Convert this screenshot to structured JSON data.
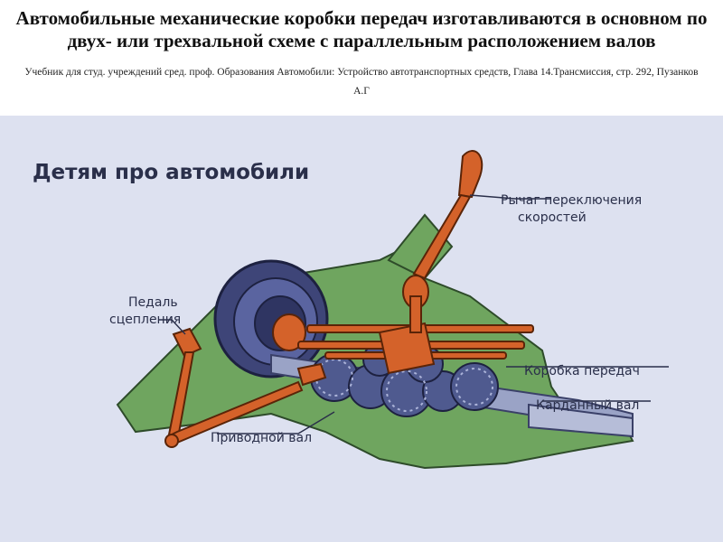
{
  "header": {
    "title": "Автомобильные механические коробки передач изготавливаются в основном по двух- или трехвальной схеме с параллельным расположением валов",
    "citation": "Учебник для студ. учреждений сред. проф. Образования Автомобили: Устройство автотранспортных средств, Глава 14.Трансмиссия, стр. 292,  Пузанков А.Г"
  },
  "figure": {
    "caption": "Детям про автомобили",
    "labels": {
      "shift_lever_line1": "Рычаг переключения",
      "shift_lever_line2": "скоростей",
      "clutch_pedal_line1": "Педаль",
      "clutch_pedal_line2": "сцепления",
      "gearbox": "Коробка передач",
      "cardan_shaft": "Карданный вал",
      "drive_shaft": "Приводной вал"
    },
    "colors": {
      "background": "#dde1f0",
      "housing": "#6fa55f",
      "parts": "#d4622a",
      "gears": "#4f5a8f",
      "shaft": "#9aa3c6"
    }
  }
}
